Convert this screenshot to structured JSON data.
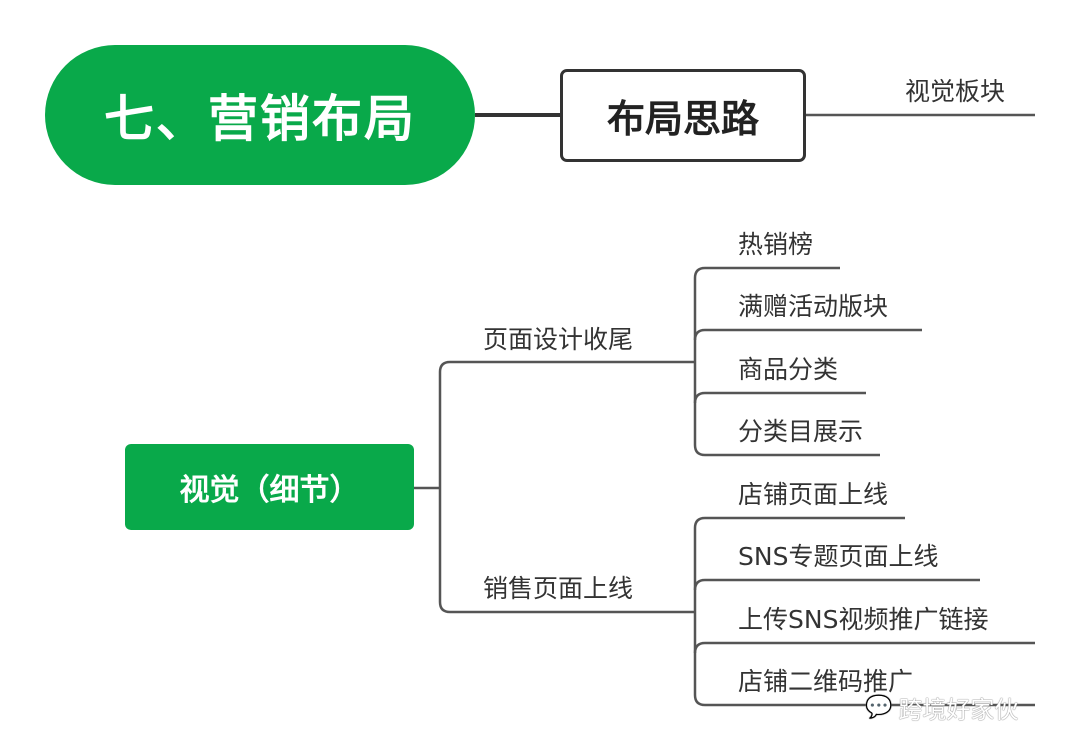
{
  "root": {
    "title": "七、营销布局"
  },
  "layout_idea": {
    "title": "布局思路",
    "child": "视觉板块"
  },
  "visual": {
    "title": "视觉（细节）",
    "branches": [
      {
        "label": "页面设计收尾",
        "items": [
          "热销榜",
          "满赠活动版块",
          "商品分类",
          "分类目展示"
        ]
      },
      {
        "label": "销售页面上线",
        "items": [
          "店铺页面上线",
          "SNS专题页面上线",
          "上传SNS视频推广链接",
          "店铺二维码推广"
        ]
      }
    ]
  },
  "watermark": {
    "text": "跨境好家伙",
    "icon": "wechat-icon"
  },
  "colors": {
    "green": "#09a94a",
    "line": "#555555"
  }
}
